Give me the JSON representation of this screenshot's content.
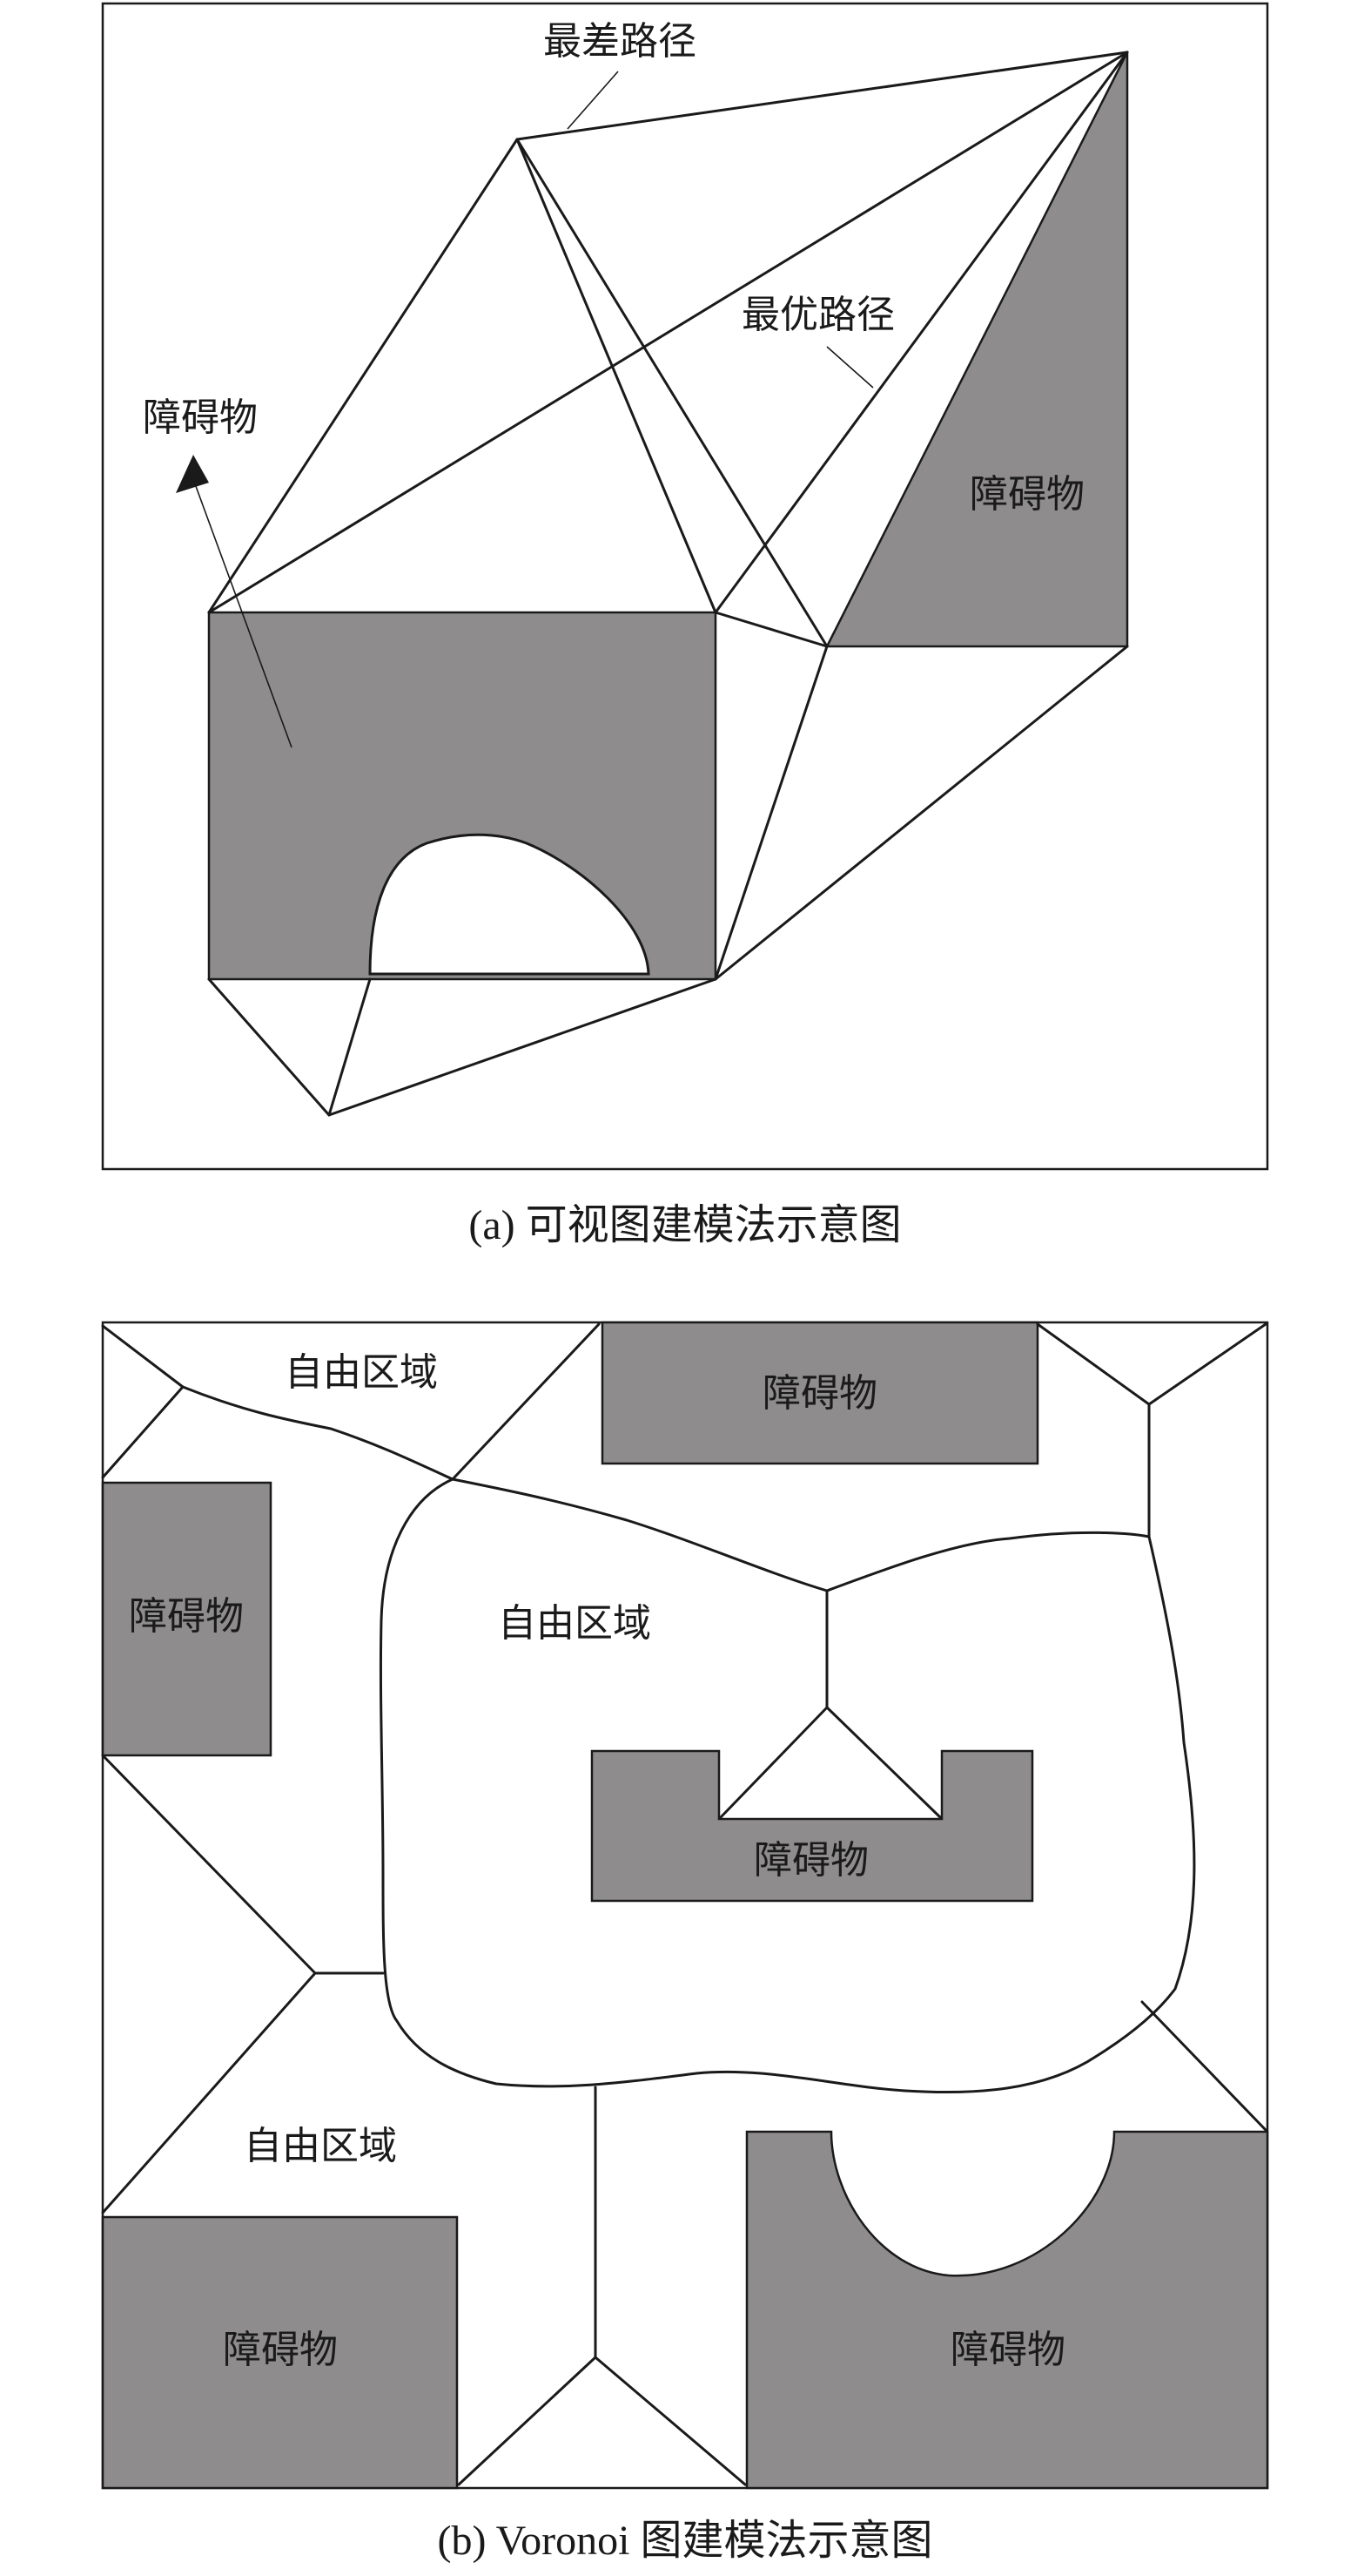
{
  "panel_a": {
    "caption": "(a) 可视图建模法示意图",
    "label_worst_path": "最差路径",
    "label_best_path": "最优路径",
    "label_obstacle_arrow": "障碍物",
    "label_obstacle_right": "障碍物"
  },
  "panel_b": {
    "caption": "(b) Voronoi 图建模法示意图",
    "label_free_top": "自由区域",
    "label_free_center": "自由区域",
    "label_free_left": "自由区域",
    "label_obstacle_top": "障碍物",
    "label_obstacle_left": "障碍物",
    "label_obstacle_center": "障碍物",
    "label_obstacle_bottom_left": "障碍物",
    "label_obstacle_bottom_right": "障碍物"
  },
  "colors": {
    "obstacle_fill": "#8e8c8d",
    "line": "#1a1a1a",
    "background": "#ffffff"
  }
}
